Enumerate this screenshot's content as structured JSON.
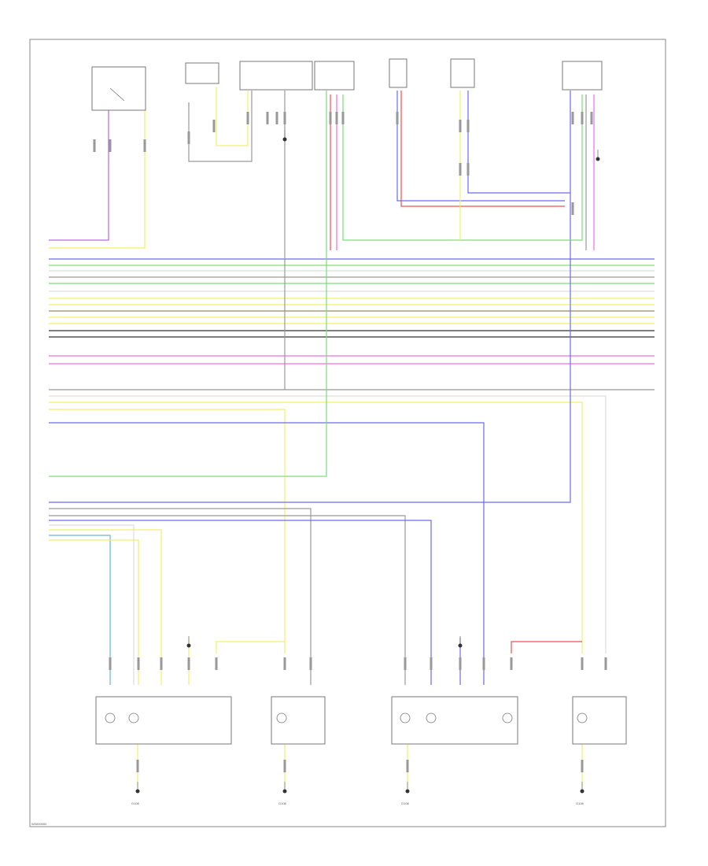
{
  "diagram": {
    "colors": {
      "black": "#333333",
      "gray": "#999999",
      "blue": "#6a6af0",
      "green": "#7ddc7d",
      "yellow": "#f2ef6a",
      "red": "#f05050",
      "pink": "#ee6ee6",
      "violet": "#b06ae0",
      "white": "#dddddd",
      "brown": "#9a8a5a",
      "lightblue": "#66b8dd",
      "orange": "#f0a050"
    },
    "ground_labels": [
      "G108",
      "G108",
      "G108",
      "G108"
    ],
    "page_footer": "W0000000"
  }
}
